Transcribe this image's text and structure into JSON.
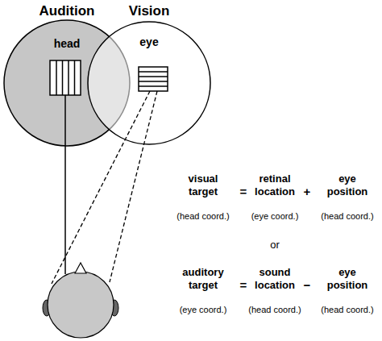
{
  "diagram": {
    "nodes": [
      {
        "text": [
          "Audition",
          "head"
        ]
      },
      {
        "text": [
          "Vision",
          "eye"
        ]
      }
    ],
    "labels": [
      "visual target",
      "(head coord.)",
      "=",
      "retinal location",
      "(eye coord.)",
      "+",
      "eye position",
      "(head coord.)",
      "or",
      "auditory target",
      "(eye coord.)",
      "=",
      "sound location",
      "(head coord.)",
      "−",
      "eye position",
      "(head coord.)"
    ]
  }
}
